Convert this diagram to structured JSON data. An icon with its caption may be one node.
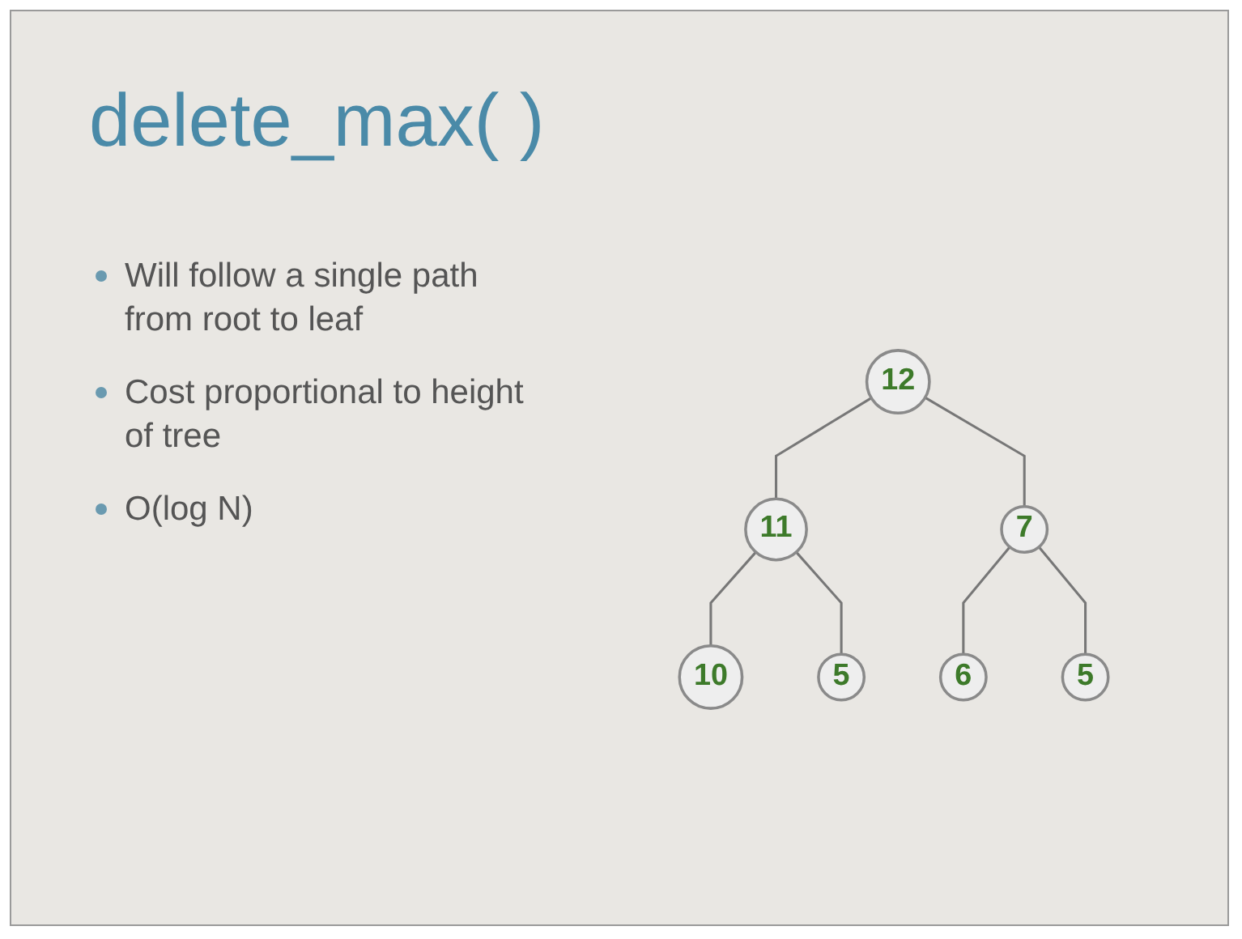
{
  "diagram": {
    "title": "delete_max( )",
    "nodes": [
      {
        "text": [
          "12"
        ]
      },
      {
        "text": [
          "11"
        ]
      },
      {
        "text": [
          "7"
        ]
      },
      {
        "text": [
          "10"
        ]
      },
      {
        "text": [
          "5"
        ]
      },
      {
        "text": [
          "6"
        ]
      },
      {
        "text": [
          "5"
        ]
      }
    ],
    "edges": [
      {
        "from": 0,
        "to": 1,
        "arrow": "none"
      },
      {
        "from": 0,
        "to": 2,
        "arrow": "none"
      },
      {
        "from": 1,
        "to": 3,
        "arrow": "none"
      },
      {
        "from": 1,
        "to": 4,
        "arrow": "none"
      },
      {
        "from": 2,
        "to": 5,
        "arrow": "none"
      },
      {
        "from": 2,
        "to": 6,
        "arrow": "none"
      }
    ],
    "labels": [
      "Will follow a single path from root to leaf",
      "Cost proportional to height of tree",
      "O(log N)"
    ]
  }
}
